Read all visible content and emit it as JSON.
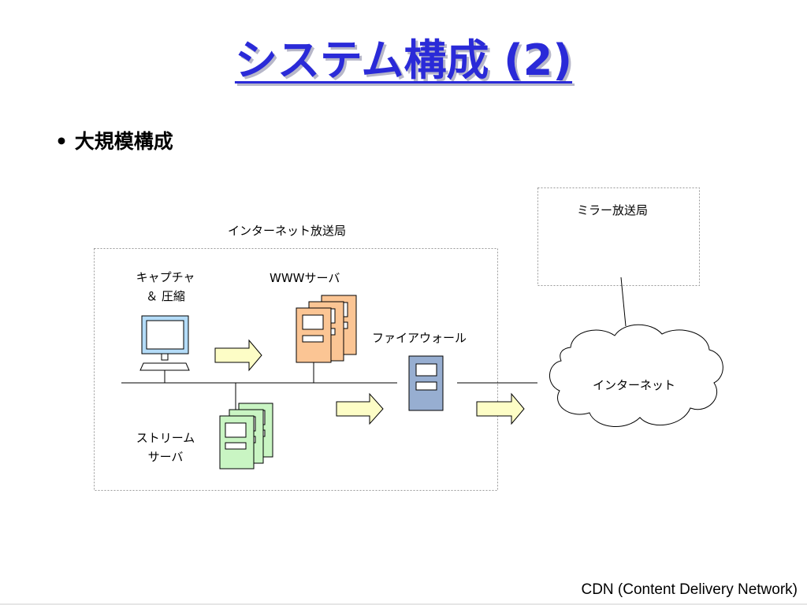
{
  "title": "システム構成 (2)",
  "bullet": "大規模構成",
  "labels": {
    "station": "インターネット放送局",
    "mirror": "ミラー放送局",
    "capture_line1": "キャプチャ",
    "capture_line2": "＆ 圧縮",
    "www": "WWWサーバ",
    "firewall": "ファイアウォール",
    "internet": "インターネット",
    "stream_line1": "ストリーム",
    "stream_line2": "サーバ"
  },
  "footer": "CDN (Content Delivery Network)",
  "colors": {
    "title": "#2a2ad8",
    "monitor": "#b4dcf8",
    "www_server": "#fbc594",
    "stream_server": "#c9f5c3",
    "firewall": "#97aed1",
    "arrow": "#fdfdc6"
  },
  "icons": [
    "monitor-icon",
    "www-server-icon",
    "stream-server-icon",
    "firewall-icon",
    "arrow-icon",
    "cloud-icon"
  ]
}
